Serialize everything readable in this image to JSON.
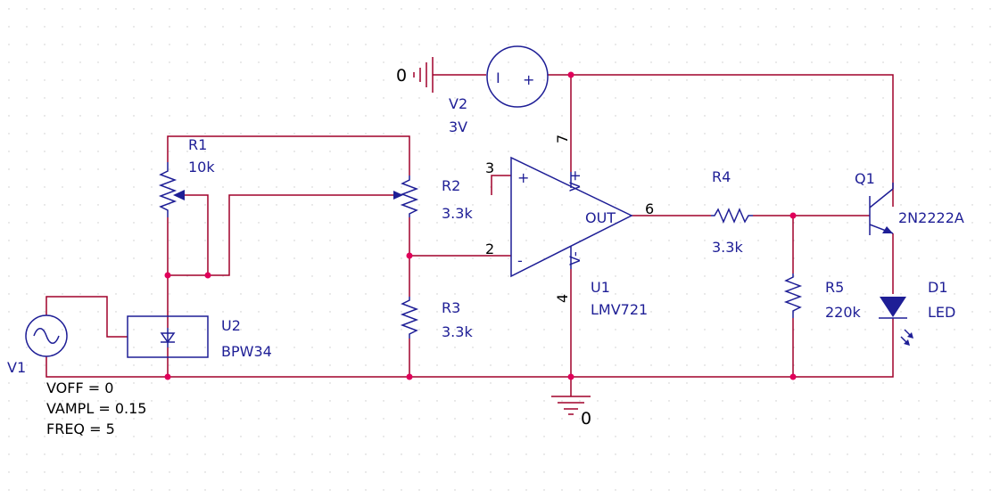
{
  "colors": {
    "wire": "#a0002a",
    "part": "#1e1e96",
    "junction": "#e0005a",
    "grid": "#c8c8c8",
    "text": "#000000"
  },
  "v2": {
    "ref": "V2",
    "value": "3V",
    "ground_label": "0",
    "sym_i": "I",
    "sym_plus": "+"
  },
  "v1": {
    "ref": "V1",
    "params": [
      "VOFF = 0",
      "VAMPL = 0.15",
      "FREQ = 5"
    ]
  },
  "r1": {
    "ref": "R1",
    "value": "10k"
  },
  "r2": {
    "ref": "R2",
    "value": "3.3k"
  },
  "r3": {
    "ref": "R3",
    "value": "3.3k"
  },
  "r4": {
    "ref": "R4",
    "value": "3.3k"
  },
  "r5": {
    "ref": "R5",
    "value": "220k"
  },
  "u1": {
    "ref": "U1",
    "value": "LMV721",
    "in_plus": "+",
    "in_minus": "-",
    "out": "OUT",
    "vpos": "V+",
    "vneg": "V-",
    "pin3": "3",
    "pin2": "2",
    "pin6": "6",
    "pin7": "7",
    "pin4": "4"
  },
  "u2": {
    "ref": "U2",
    "value": "BPW34"
  },
  "q1": {
    "ref": "Q1",
    "value": "2N2222A"
  },
  "d1": {
    "ref": "D1",
    "value": "LED"
  },
  "ground": {
    "label": "0"
  }
}
